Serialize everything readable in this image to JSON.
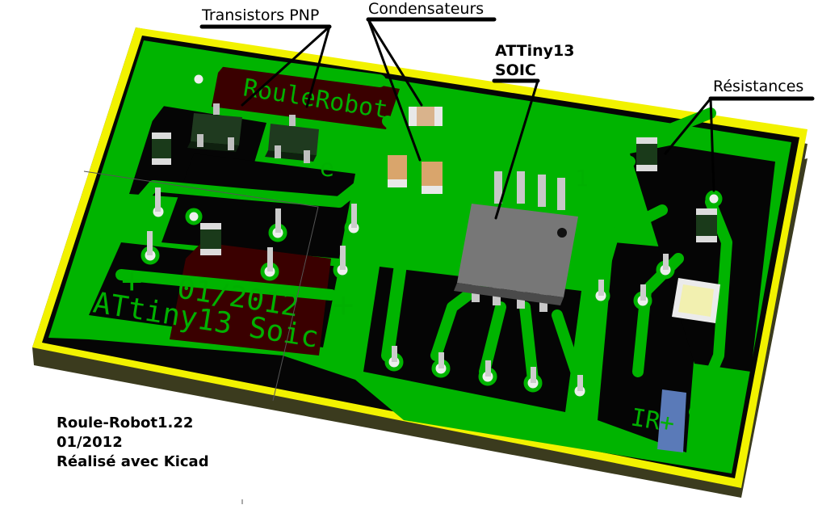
{
  "annotations": {
    "transistors": "Transistors PNP",
    "condensateurs": "Condensateurs",
    "attiny_line1": "ATTiny13",
    "attiny_line2": "SOIC",
    "resistances": "Résistances"
  },
  "silkscreen": {
    "board_name": "RouleRobot",
    "date": "01/2012",
    "chip_label": "ATtiny13 Soic",
    "plus_left": "+",
    "plus_right": "+",
    "minus_label": "-",
    "e_label": "e",
    "one_label": "1",
    "ir_label": "IR+"
  },
  "info_block": {
    "line1": "Roule-Robot1.22",
    "line2": "01/2012",
    "line3": "Réalisé avec Kicad"
  },
  "colors": {
    "board_outline": "#ffff00",
    "copper_green": "#00b000",
    "board_black": "#000000",
    "silk_dark": "#3a0000",
    "chip_grey": "#707070"
  }
}
